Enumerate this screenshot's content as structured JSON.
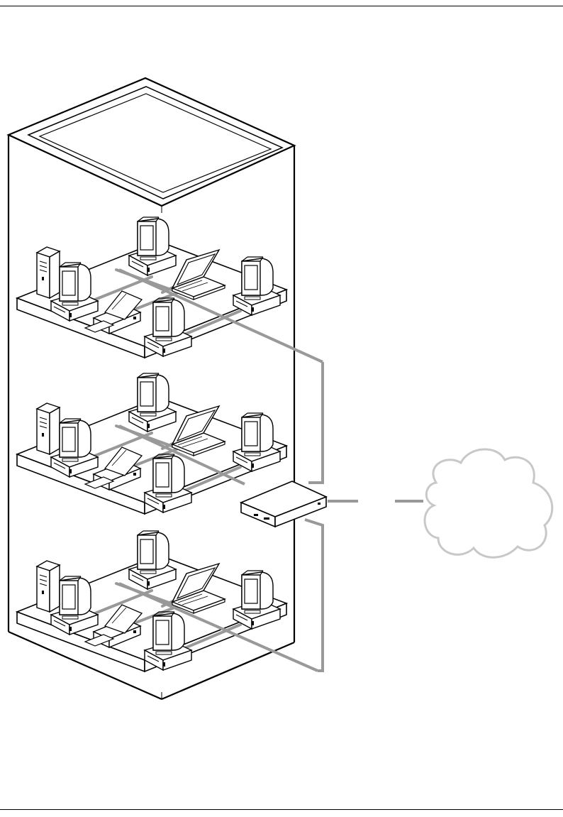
{
  "page": {
    "header_rule": true,
    "footer_rule": true
  },
  "diagram": {
    "building": {
      "floors": [
        {
          "devices": [
            "tower-server",
            "desktop-computer",
            "desktop-computer",
            "desktop-computer",
            "desktop-computer",
            "laptop",
            "printer"
          ]
        },
        {
          "devices": [
            "tower-server",
            "desktop-computer",
            "desktop-computer",
            "desktop-computer",
            "desktop-computer",
            "laptop",
            "printer"
          ]
        },
        {
          "devices": [
            "tower-server",
            "desktop-computer",
            "desktop-computer",
            "desktop-computer",
            "desktop-computer",
            "laptop",
            "printer"
          ]
        }
      ]
    },
    "router": {
      "icon": "router-icon"
    },
    "cloud": {
      "icon": "cloud-icon"
    },
    "colors": {
      "outline": "#000000",
      "cable": "#999999",
      "cloud": "#c8c8c8",
      "fill": "#ffffff"
    }
  }
}
